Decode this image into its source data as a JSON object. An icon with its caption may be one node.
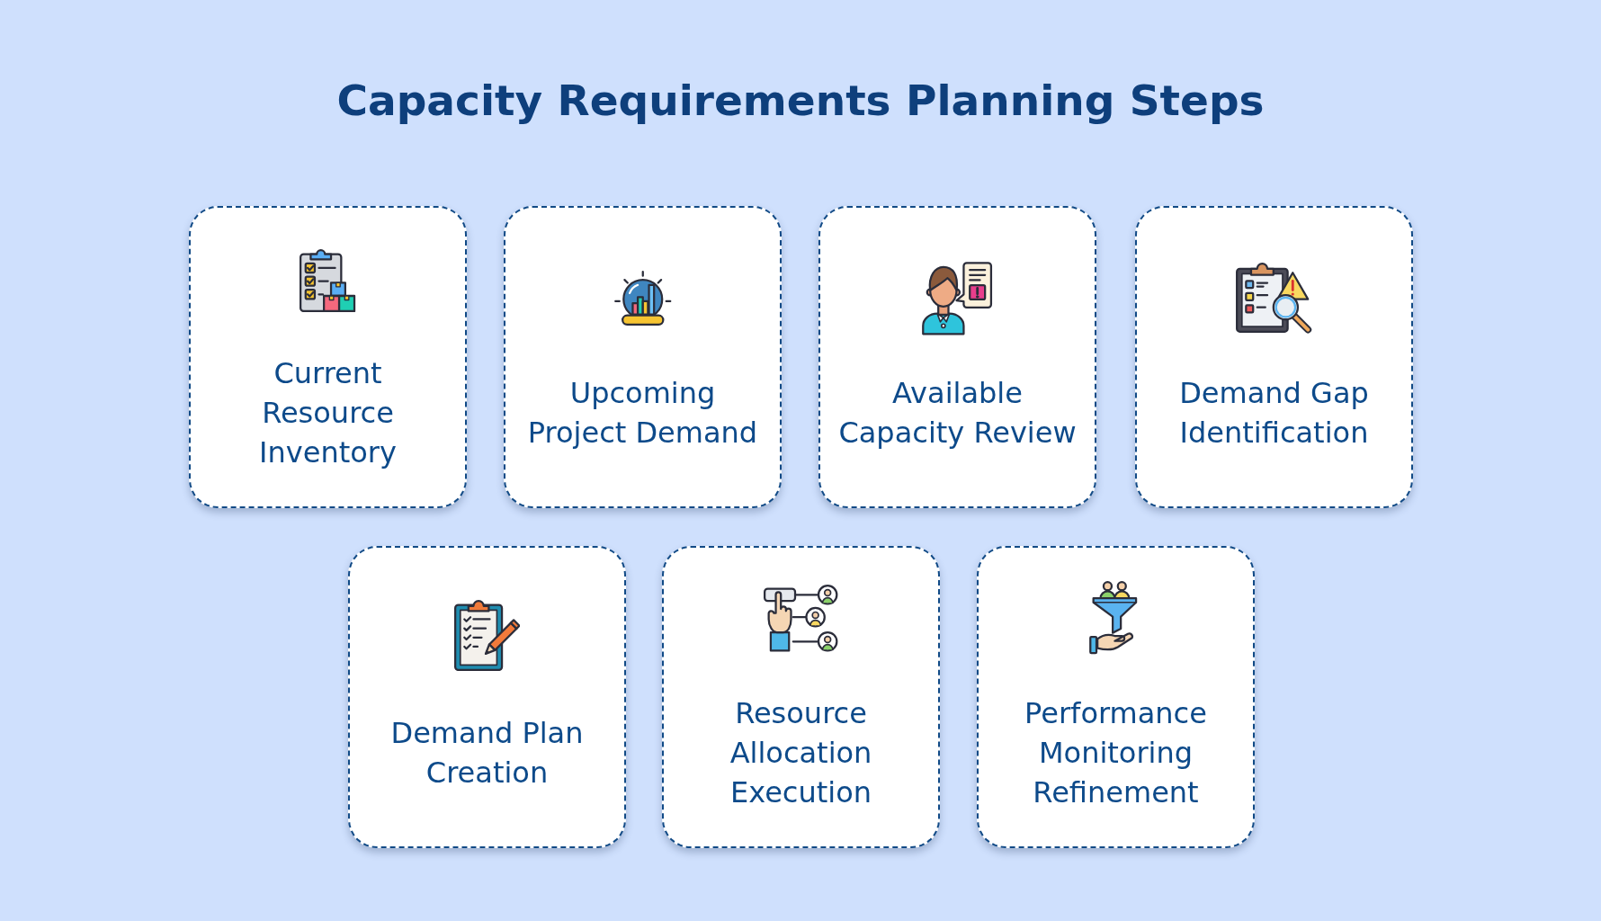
{
  "diagram": {
    "title": "Capacity Requirements Planning Steps",
    "nodes": [
      {
        "text": [
          "Current Resource Inventory"
        ]
      },
      {
        "text": [
          "Upcoming Project Demand"
        ]
      },
      {
        "text": [
          "Available Capacity Review"
        ]
      },
      {
        "text": [
          "Demand Gap Identification"
        ]
      },
      {
        "text": [
          "Demand Plan Creation"
        ]
      },
      {
        "text": [
          "Resource Allocation Execution"
        ]
      },
      {
        "text": [
          "Performance Monitoring Refinement"
        ]
      }
    ]
  }
}
